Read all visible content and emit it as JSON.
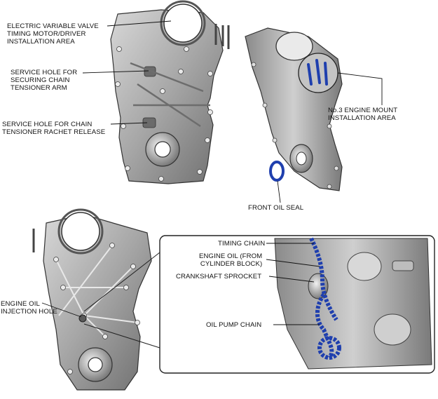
{
  "labels": {
    "motor_area": "ELECTRIC VARIABLE VALVE\nTIMING MOTOR/DRIVER\nINSTALLATION AREA",
    "service_hole_arm": "SERVICE HOLE FOR\nSECURING CHAIN\nTENSIONER ARM",
    "service_hole_rachet": "SERVICE HOLE FOR CHAIN\nTENSIONER RACHET RELEASE",
    "engine_mount": "No.3 ENGINE MOUNT\nINSTALLATION AREA",
    "front_oil_seal": "FRONT OIL SEAL",
    "oil_injection_hole": "ENGINE OIL\nINJECTION HOLE",
    "timing_chain": "TIMING CHAIN",
    "engine_oil_from_block": "ENGINE OIL (FROM\nCYLINDER BLOCK)",
    "crankshaft_sprocket": "CRANKSHAFT SPROCKET",
    "oil_pump_chain": "OIL PUMP CHAIN"
  },
  "colors": {
    "chain_blue": "#1f3fae",
    "metal_light": "#cfcfcf",
    "metal_mid": "#9a9a9a",
    "metal_dark": "#5e5e5e",
    "outline": "#222222"
  }
}
